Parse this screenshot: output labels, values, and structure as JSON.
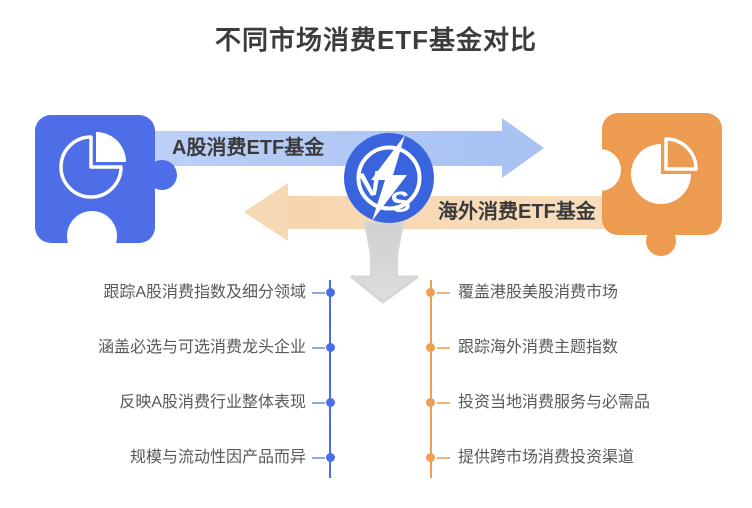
{
  "title": "不同市场消费ETF基金对比",
  "comparison": {
    "a_share": {
      "arrow_label": "A股消费ETF基金",
      "accent_color": "#4D6EE6",
      "arrow_color": "#AEC6F4",
      "points": [
        "跟踪A股消费指数及细分领域",
        "涵盖必选与可选消费龙头企业",
        "反映A股消费行业整体表现",
        "规模与流动性因产品而异"
      ]
    },
    "overseas": {
      "arrow_label": "海外消费ETF基金",
      "accent_color": "#EC9B50",
      "arrow_color": "#F6D8B5",
      "points": [
        "覆盖港股美股消费市场",
        "跟踪海外消费主题指数",
        "投资当地消费服务与必需品",
        "提供跨市场消费投资渠道"
      ]
    }
  },
  "vs_badge": {
    "letter_v": "V",
    "letter_s": "S",
    "color": "#3A63DE"
  },
  "icons": {
    "left": "blue-puzzle-piece-pie-chart",
    "right": "orange-puzzle-piece-pie-chart",
    "center": "vs-lightning-badge",
    "connector": "down-funnel-arrow"
  }
}
